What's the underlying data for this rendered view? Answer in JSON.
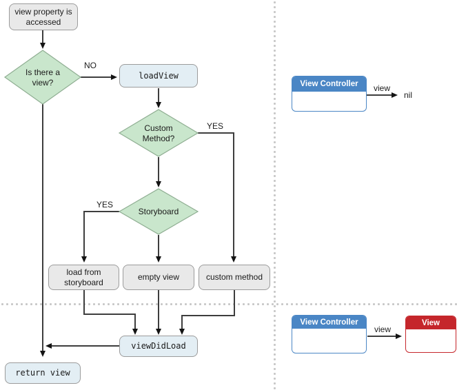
{
  "diagram": {
    "nodes": {
      "start": "view property is accessed",
      "decision_is_there_a_view": "Is there a view?",
      "load_view": "loadView",
      "decision_custom_method": "Custom Method?",
      "decision_storyboard": "Storyboard",
      "load_from_storyboard": "load from storyboard",
      "empty_view": "empty view",
      "custom_method": "custom method",
      "view_did_load": "viewDidLoad",
      "return_view": "return view"
    },
    "edge_labels": {
      "no": "NO",
      "yes_custom_method": "YES",
      "yes_storyboard": "YES"
    }
  },
  "uml": {
    "top": {
      "controller": "View Controller",
      "arrow_label": "view",
      "target": "nil"
    },
    "bottom": {
      "controller": "View Controller",
      "arrow_label": "view",
      "view": "View"
    }
  },
  "colors": {
    "decision_fill": "#c9e6cc",
    "decision_border": "#8fae92",
    "process_fill": "#e9e9e9",
    "method_fill": "#e3eef4",
    "node_border": "#9b9b9b",
    "controller_header": "#4a86c5",
    "view_header": "#c5262b",
    "connector": "#3d3d3d",
    "divider_dots": "#c8c8c8"
  }
}
